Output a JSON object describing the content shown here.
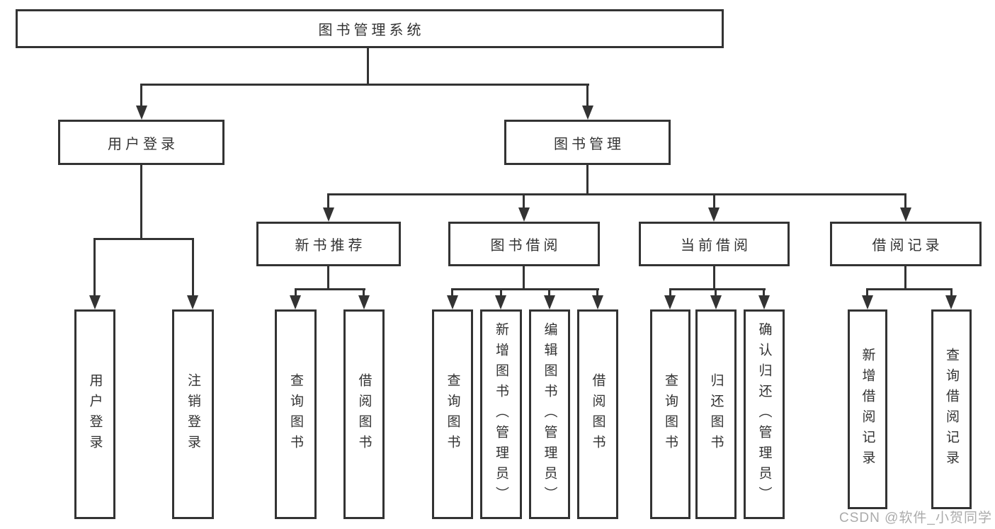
{
  "tree": {
    "root": {
      "label": "图书管理系统",
      "children": [
        {
          "label": "用户登录",
          "children": [
            {
              "label": "用户登录"
            },
            {
              "label": "注销登录"
            }
          ]
        },
        {
          "label": "图书管理",
          "children": [
            {
              "label": "新书推荐",
              "children": [
                {
                  "label": "查询图书"
                },
                {
                  "label": "借阅图书"
                }
              ]
            },
            {
              "label": "图书借阅",
              "children": [
                {
                  "label": "查询图书"
                },
                {
                  "label": "新增图书（管理员）"
                },
                {
                  "label": "编辑图书（管理员）"
                },
                {
                  "label": "借阅图书"
                }
              ]
            },
            {
              "label": "当前借阅",
              "children": [
                {
                  "label": "查询图书"
                },
                {
                  "label": "归还图书"
                },
                {
                  "label": "确认归还（管理员）"
                }
              ]
            },
            {
              "label": "借阅记录",
              "children": [
                {
                  "label": "新增借阅记录"
                },
                {
                  "label": "查询借阅记录"
                }
              ]
            }
          ]
        }
      ]
    }
  },
  "watermark": {
    "text": "CSDN @软件_小贺同学"
  },
  "colors": {
    "line": "#333333",
    "box_border": "#333333",
    "text": "#333333",
    "background": "#ffffff",
    "watermark": "#ababab"
  }
}
